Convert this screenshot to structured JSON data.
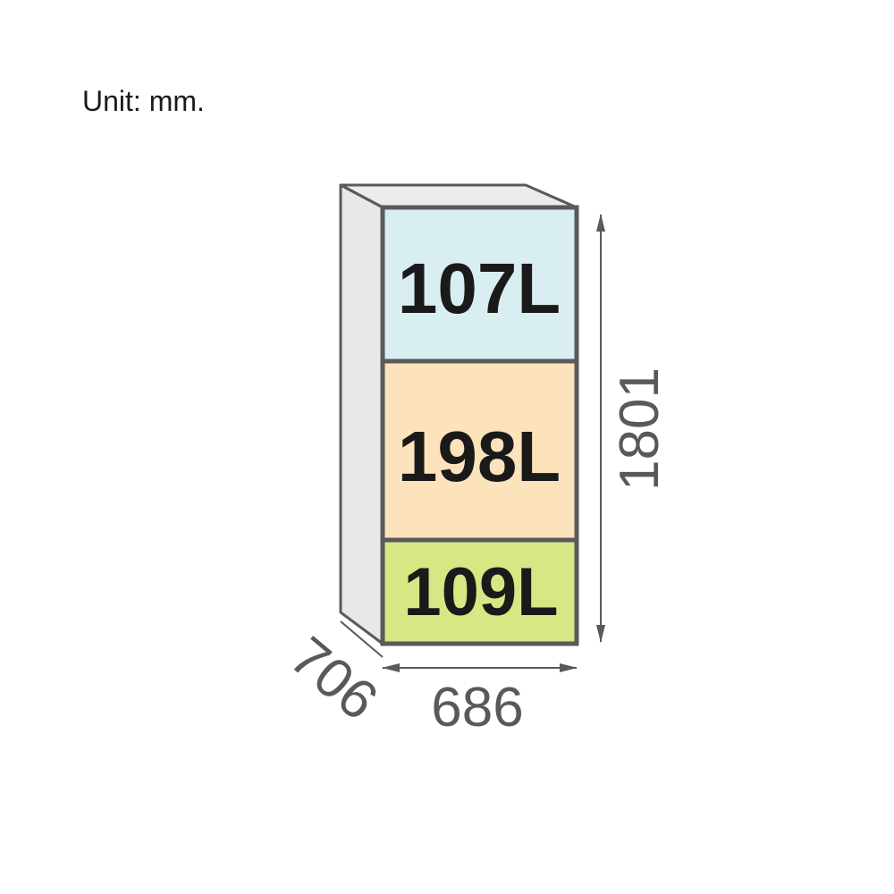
{
  "unit_label": "Unit: mm.",
  "compartments": [
    {
      "label": "107L",
      "color": "#d9eef0"
    },
    {
      "label": "198L",
      "color": "#fde3bb"
    },
    {
      "label": "109L",
      "color": "#d6e784"
    }
  ],
  "dimensions": {
    "height": "1801",
    "width": "686",
    "depth": "706"
  },
  "colors": {
    "outline": "#5a5a5a",
    "side_panel": "#e6e8ea",
    "top_panel": "#ececec",
    "dimension_line": "#595959"
  }
}
